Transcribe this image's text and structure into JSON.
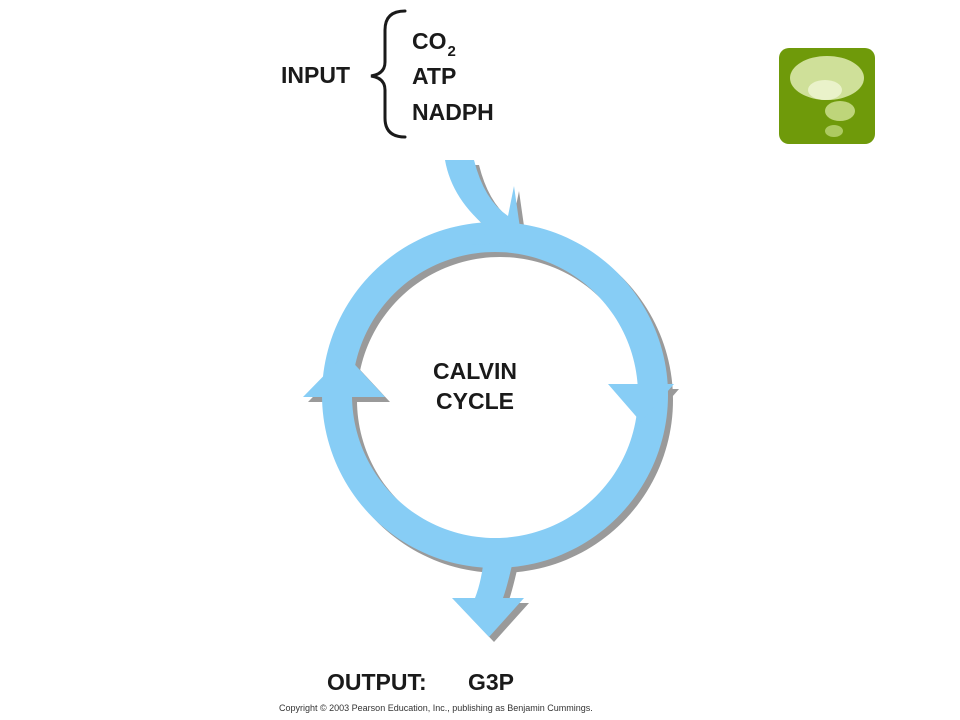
{
  "input": {
    "label": "INPUT",
    "items": [
      {
        "text": "CO",
        "subscript": "2"
      },
      {
        "text": "ATP"
      },
      {
        "text": "NADPH"
      }
    ]
  },
  "cycle": {
    "line1": "CALVIN",
    "line2": "CYCLE"
  },
  "output": {
    "label": "OUTPUT:",
    "value": "G3P"
  },
  "copyright": "Copyright © 2003 Pearson Education, Inc., publishing as Benjamin Cummings.",
  "colors": {
    "arrow_fill": "#87cdf5",
    "arrow_shadow": "#9a9a9a",
    "badge_green": "#6f9a0a",
    "text": "#1a1a1a"
  },
  "icons": {
    "hint_badge": "thought-bubble-icon",
    "brace": "left-curly-brace-icon"
  }
}
